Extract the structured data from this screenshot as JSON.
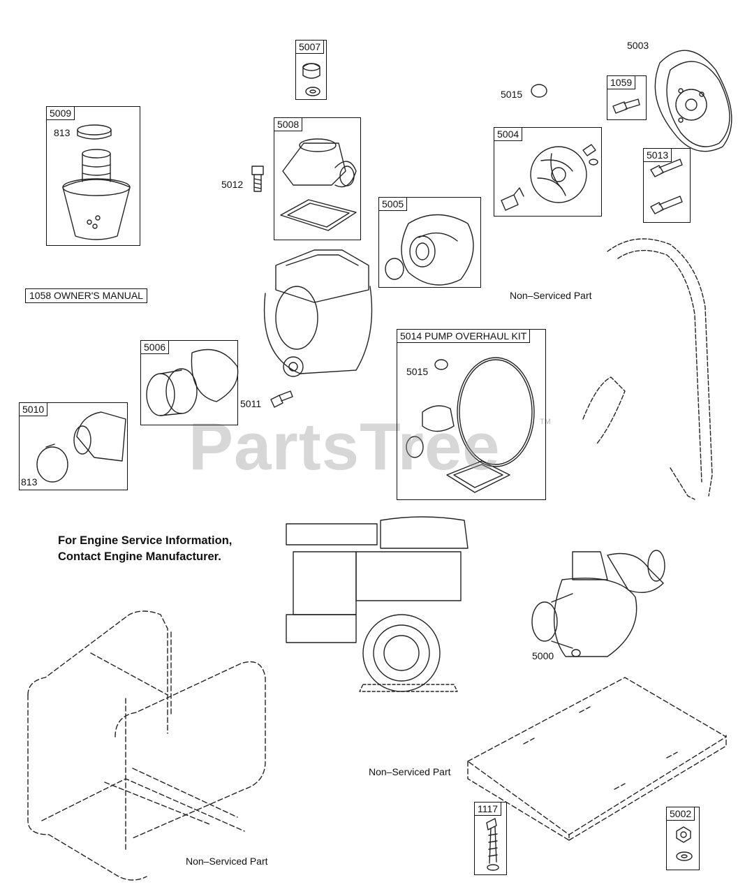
{
  "watermark": {
    "text": "PartsTree",
    "tm": "TM"
  },
  "boxes": {
    "b5007": "5007",
    "b5009": "5009",
    "b5008": "5008",
    "b5004": "5004",
    "b1059": "1059",
    "b5013": "5013",
    "b5005": "5005",
    "b5006": "5006",
    "b5010": "5010",
    "b1117": "1117",
    "b5002": "5002",
    "b5014": "5014 PUMP OVERHAUL KIT"
  },
  "callouts": {
    "c5003": "5003",
    "c5015a": "5015",
    "c813a": "813",
    "c5012": "5012",
    "c5011": "5011",
    "c5015b": "5015",
    "c813b": "813",
    "c5000": "5000"
  },
  "notes": {
    "manual": "1058 OWNER'S MANUAL",
    "engine_line1": "For Engine Service Information,",
    "engine_line2": "Contact Engine Manufacturer.",
    "nsp_hose": "Non–Serviced Part",
    "nsp_base": "Non–Serviced Part",
    "nsp_frame": "Non–Serviced Part"
  }
}
